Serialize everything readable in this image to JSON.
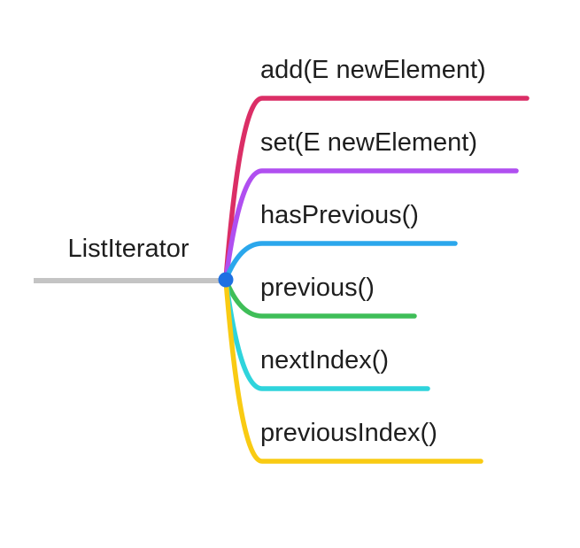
{
  "diagram": {
    "type": "mindmap",
    "background_color": "#FFFFFF",
    "text_color": "#1E1E1E",
    "root": {
      "label": "ListIterator",
      "connector_color": "#C4C4C4",
      "node_dot_color": "#1E70E2"
    },
    "branches": [
      {
        "label": "add(E newElement)",
        "color": "#DB2E66"
      },
      {
        "label": "set(E newElement)",
        "color": "#B04FF0"
      },
      {
        "label": "hasPrevious()",
        "color": "#2BA7EC"
      },
      {
        "label": "previous()",
        "color": "#3FBE58"
      },
      {
        "label": "nextIndex()",
        "color": "#2FD4DC"
      },
      {
        "label": "previousIndex()",
        "color": "#F9CB13"
      }
    ]
  }
}
